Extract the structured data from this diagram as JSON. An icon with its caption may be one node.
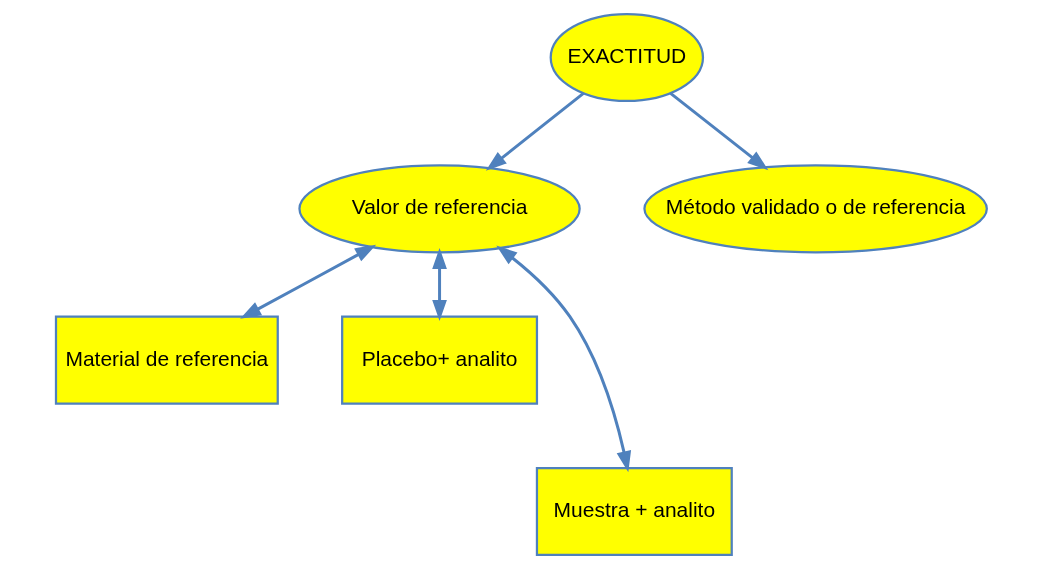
{
  "diagram": {
    "nodes": [
      {
        "text": [
          "EXACTITUD"
        ]
      },
      {
        "text": [
          "Valor de referencia"
        ]
      },
      {
        "text": [
          "Método validado o de referencia"
        ]
      },
      {
        "text": [
          "Material de referencia"
        ]
      },
      {
        "text": [
          "Placebo+ analito"
        ]
      },
      {
        "text": [
          "Muestra + analito"
        ]
      }
    ],
    "edges": [
      {
        "from": 0,
        "to": 1,
        "arrow": "to"
      },
      {
        "from": 0,
        "to": 2,
        "arrow": "to"
      },
      {
        "from": 1,
        "to": 3,
        "arrow": "both"
      },
      {
        "from": 1,
        "to": 4,
        "arrow": "both"
      },
      {
        "from": 1,
        "to": 5,
        "arrow": "both"
      }
    ]
  }
}
